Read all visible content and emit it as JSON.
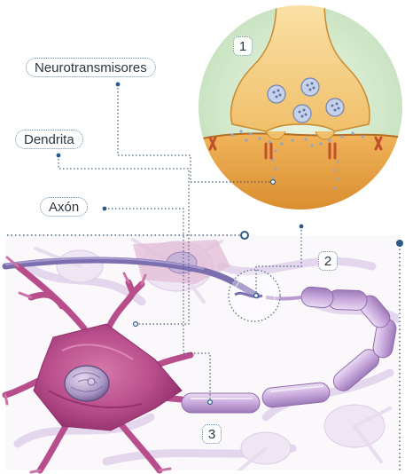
{
  "labels": {
    "neurotransmitters": "Neurotransmisores",
    "dendrite": "Dendrita",
    "axon": "Axón"
  },
  "callouts": {
    "one": "1",
    "two": "2",
    "three": "3"
  },
  "colors": {
    "leader_line": "#44607f",
    "cell_body": "#b84d8c",
    "axon_segment": "#c9a9dd",
    "inset_bg": "#d8ecd2",
    "terminal": "#f7cf85"
  }
}
